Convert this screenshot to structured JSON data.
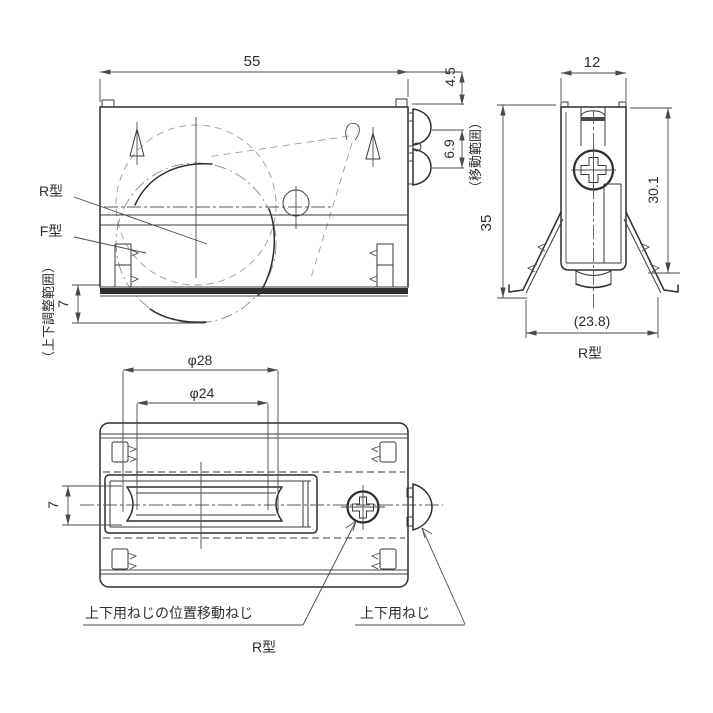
{
  "drawing": {
    "colors": {
      "line": "#2e2e2e",
      "thin_line": "#4a4a4a",
      "phantom_line": "#9b9b9b",
      "background": "#ffffff"
    },
    "side_view": {
      "dim_overall_width": "55",
      "dim_screw_offset": "4.5",
      "dim_screw_pitch": "6.9",
      "dim_adjust_travel": "7",
      "label_r_type": "R型",
      "label_f_type": "F型",
      "note_adjust_range": "（上下調整範囲）"
    },
    "front_view": {
      "dim_body_width": "12",
      "dim_inner_height": "30.1",
      "dim_overall_height": "35",
      "dim_foot_span": "(23.8)",
      "note_move_range": "（移動範囲）",
      "caption": "R型"
    },
    "top_view": {
      "dim_outer_diameter": "φ28",
      "dim_inner_diameter": "φ24",
      "dim_wheel_width": "7",
      "label_position_screw": "上下用ねじの位置移動ねじ",
      "label_updown_screw": "上下用ねじ",
      "caption": "R型"
    }
  }
}
